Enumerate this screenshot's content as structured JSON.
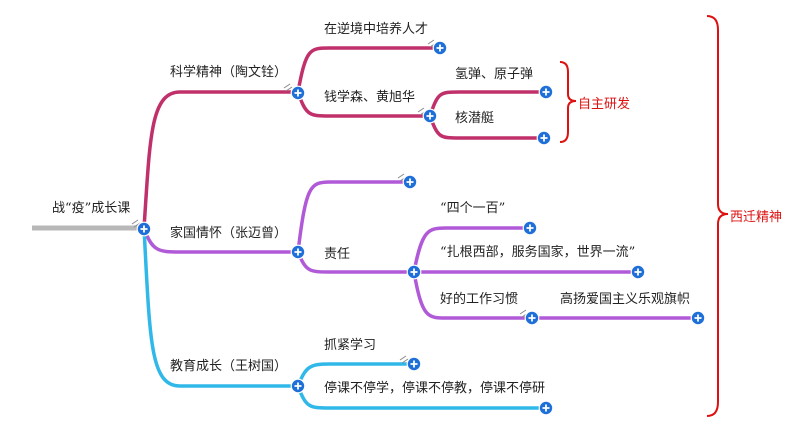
{
  "root": {
    "label": "战“疫”成长课"
  },
  "branches": [
    {
      "label": "科学精神（陶文铨）",
      "color": "#c0306a",
      "children": [
        {
          "label": "在逆境中培养人才"
        },
        {
          "label": "钱学森、黄旭华",
          "children": [
            {
              "label": "氢弹、原子弹"
            },
            {
              "label": "核潜艇"
            }
          ]
        }
      ]
    },
    {
      "label": "家国情怀（张迈曾）",
      "color": "#b05ad8",
      "children": [
        {
          "label": ""
        },
        {
          "label": "责任",
          "children": [
            {
              "label": "“四个一百”"
            },
            {
              "label": "“扎根西部，服务国家，世界一流”"
            },
            {
              "label": "好的工作习惯",
              "children": [
                {
                  "label": "高扬爱国主义乐观旗帜"
                }
              ]
            }
          ]
        }
      ]
    },
    {
      "label": "教育成长（王树国）",
      "color": "#30b8e8",
      "children": [
        {
          "label": "抓紧学习"
        },
        {
          "label": "停课不停学，停课不停教，停课不停研"
        }
      ]
    }
  ],
  "annotations": [
    {
      "label": "自主研发",
      "color": "#dd1111"
    },
    {
      "label": "西迁精神",
      "color": "#dd1111"
    }
  ],
  "colors": {
    "root_line": "#b8b8b8",
    "expand_button": "#1f6fd8",
    "bracket": "#dd1111"
  }
}
